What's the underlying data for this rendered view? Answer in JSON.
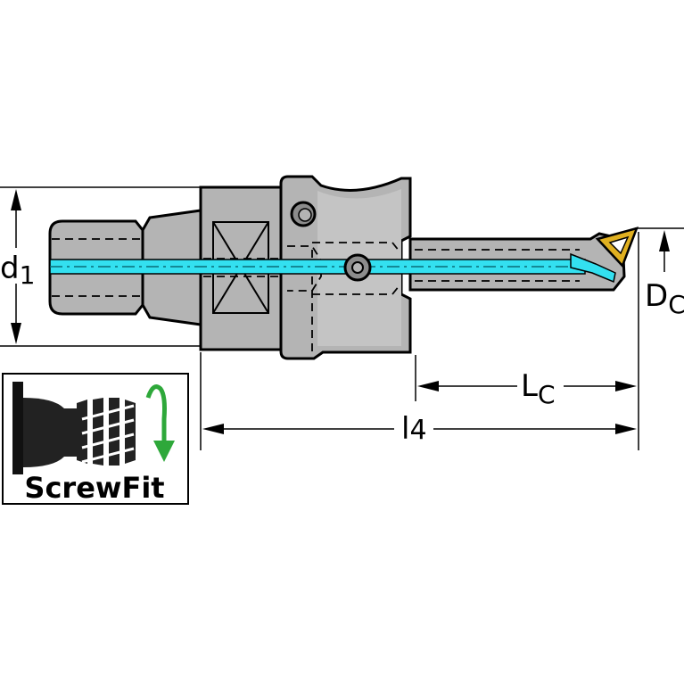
{
  "diagram": {
    "dimensions": {
      "d1": {
        "main": "d",
        "sub": "1"
      },
      "Dc": {
        "main": "D",
        "sub": "C"
      },
      "Lc": {
        "main": "L",
        "sub": "C"
      },
      "l4": {
        "main": "l",
        "sub": "4"
      }
    },
    "logo": {
      "label": "ScrewFit"
    },
    "colors": {
      "body": "#b4b4b4",
      "body_dark": "#8c8c8c",
      "coolant": "#33e0f0",
      "insert": "#e0b020",
      "outline": "#000000",
      "logo_arrow": "#2ea83a"
    }
  }
}
